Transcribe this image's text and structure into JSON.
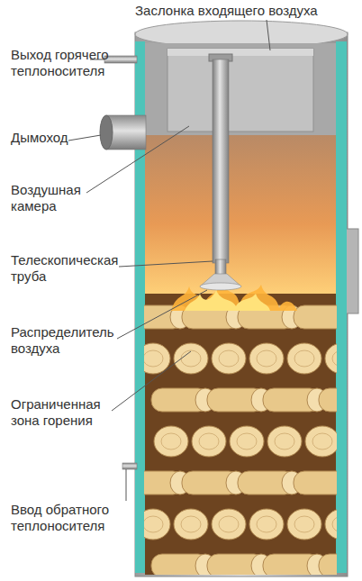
{
  "diagram": {
    "labels": [
      "Заслонка входящего воздуха",
      "Выход горячего теплоносителя",
      "Дымоход",
      "Воздушная камера",
      "Телескопическая труба",
      "Распределитель воздуха",
      "Ограниченная зона горения",
      "Ввод обратного теплоносителя"
    ]
  }
}
